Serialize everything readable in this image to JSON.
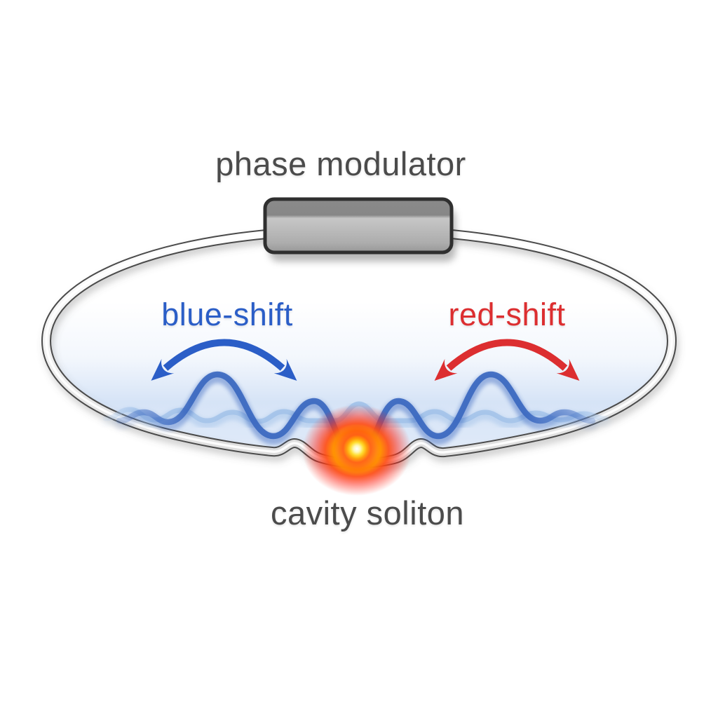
{
  "diagram": {
    "top_label": "phase modulator",
    "left_label": "blue-shift",
    "right_label": "red-shift",
    "bottom_label": "cavity soliton"
  },
  "colors": {
    "blue": "#2b5ec7",
    "red": "#dc2e30",
    "text-gray": "#4b4b4b",
    "wave-dark": "#3a68c0",
    "wave-light": "#9fc0e8",
    "haze": "#cfdff5",
    "fiber-outline": "#4a4a4a",
    "fiber-body": "#f2f2f2",
    "modulator-dark": "#8a8a8a",
    "modulator-light": "#c6c6c6",
    "modulator-border": "#2f2f2f",
    "glow-core": "#ffffff",
    "glow-yellow": "#ffd91e",
    "glow-orange": "#ff9800",
    "glow-red": "#ff2a1a"
  }
}
